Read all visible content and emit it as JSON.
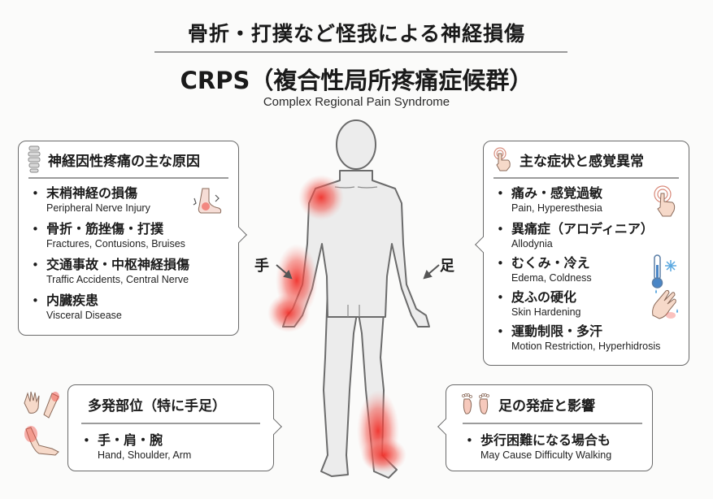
{
  "header": {
    "title_jp": "骨折・打撲など怪我による神経損傷",
    "title_crps": "CRPS（複合性局所疼痛症候群）",
    "title_en": "Complex Regional Pain Syndrome"
  },
  "figure": {
    "label_hand": "手",
    "label_foot": "足",
    "highlight_color": "#f0403a",
    "body_fill": "#ececec",
    "body_outline": "#6b6b6b",
    "highlighted_regions": [
      "right-shoulder",
      "right-forearm-hand",
      "left-lower-leg-foot"
    ]
  },
  "causes": {
    "icon": "spine-icon",
    "heading": "神経因性疼痛の主な原因",
    "items": [
      {
        "jp": "末梢神経の損傷",
        "en": "Peripheral Nerve Injury",
        "icon": "injured-foot-icon"
      },
      {
        "jp": "骨折・筋挫傷・打撲",
        "en": "Fractures, Contusions, Bruises"
      },
      {
        "jp": "交通事故・中枢神経損傷",
        "en": "Traffic Accidents, Central Nerve"
      },
      {
        "jp": "内臓疾患",
        "en": "Visceral Disease"
      }
    ]
  },
  "symptoms": {
    "icon": "touch-hand-icon",
    "heading": "主な症状と感覚異常",
    "items": [
      {
        "jp": "痛み・感覚過敏",
        "en": "Pain, Hyperesthesia",
        "icon": "touch-hand-icon"
      },
      {
        "jp": "異痛症（アロディニア）",
        "en": "Allodynia"
      },
      {
        "jp": "むくみ・冷え",
        "en": "Edema, Coldness",
        "icon": "thermometer-snowflake-icon"
      },
      {
        "jp": "皮ふの硬化",
        "en": "Skin Hardening",
        "icon": "sweating-hand-icon"
      },
      {
        "jp": "運動制限・多汗",
        "en": "Motion Restriction, Hyperhidrosis"
      }
    ]
  },
  "sites": {
    "heading": "多発部位（特に手足）",
    "icon": "hand-arm-icon",
    "items": [
      {
        "jp": "手・肩・腕",
        "en": "Hand, Shoulder, Arm"
      }
    ]
  },
  "feet": {
    "icon": "footprints-icon",
    "heading": "足の発症と影響",
    "items": [
      {
        "jp": "歩行困難になる場合も",
        "en": "May Cause Difficulty Walking"
      }
    ]
  }
}
